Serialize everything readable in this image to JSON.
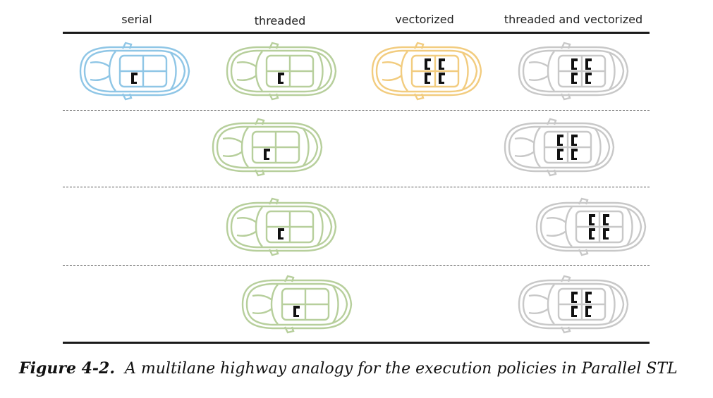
{
  "headers": {
    "serial": "serial",
    "threaded": "threaded",
    "vectorized": "vectorized",
    "threaded_vectorized": "threaded and vectorized"
  },
  "colors": {
    "serial": "#8fc6e6",
    "threaded": "#b7cf9c",
    "vectorized": "#f2cc7f",
    "threaded_vectorized": "#c8c8c8",
    "driver": "#111111"
  },
  "icons": {
    "car": "car-topview-icon",
    "driver": "driver-seat-icon"
  },
  "cars": [
    {
      "column": "serial",
      "lane": 1,
      "drivers": 1
    },
    {
      "column": "threaded",
      "lane": 1,
      "drivers": 1
    },
    {
      "column": "vectorized",
      "lane": 1,
      "drivers": 4
    },
    {
      "column": "threaded_vectorized",
      "lane": 1,
      "drivers": 4
    },
    {
      "column": "threaded",
      "lane": 2,
      "drivers": 1
    },
    {
      "column": "threaded_vectorized",
      "lane": 2,
      "drivers": 4
    },
    {
      "column": "threaded",
      "lane": 3,
      "drivers": 1
    },
    {
      "column": "threaded_vectorized",
      "lane": 3,
      "drivers": 4
    },
    {
      "column": "threaded",
      "lane": 4,
      "drivers": 1
    },
    {
      "column": "threaded_vectorized",
      "lane": 4,
      "drivers": 4
    }
  ],
  "caption": {
    "label": "Figure 4-2.",
    "text": "A multilane highway analogy for the execution policies in Parallel STL"
  }
}
